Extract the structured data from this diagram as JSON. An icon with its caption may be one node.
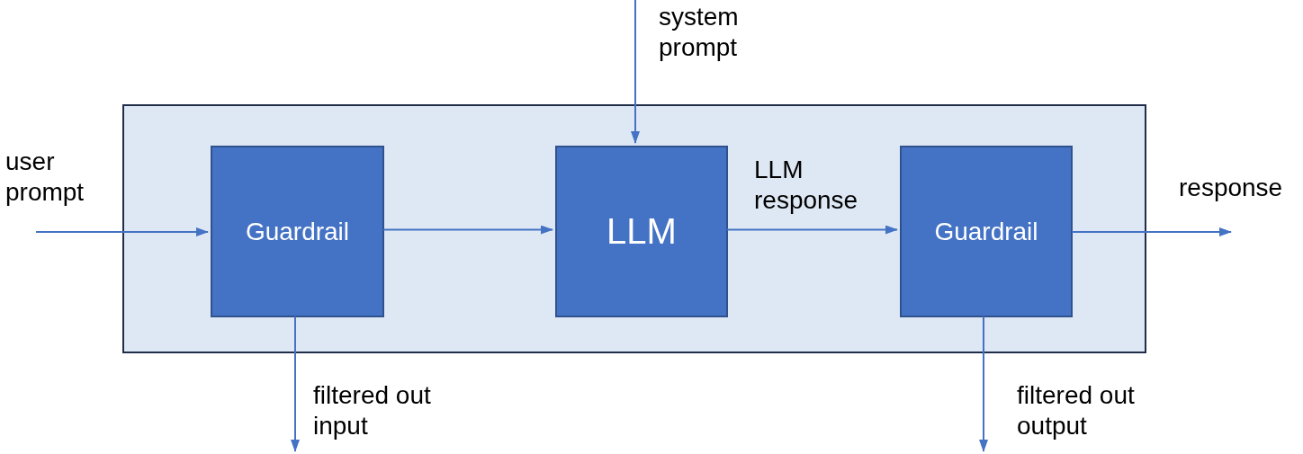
{
  "diagram": {
    "nodes": [
      {
        "text": [],
        "shape": "box"
      },
      {
        "text": [
          "Guardrail"
        ],
        "in": 0
      },
      {
        "text": [
          "LLM"
        ],
        "in": 0
      },
      {
        "text": [
          "Guardrail"
        ],
        "in": 0
      }
    ],
    "edges": [
      {
        "from": null,
        "to": 1,
        "arrow": "to",
        "label": "user prompt"
      },
      {
        "from": 1,
        "to": 2,
        "arrow": "to"
      },
      {
        "from": null,
        "to": 2,
        "arrow": "to",
        "label": "system prompt"
      },
      {
        "from": 2,
        "to": 3,
        "arrow": "to",
        "label": "LLM response"
      },
      {
        "from": 3,
        "to": null,
        "arrow": "to",
        "label": "response"
      },
      {
        "from": 1,
        "to": null,
        "arrow": "to",
        "label": "filtered out input"
      },
      {
        "from": 3,
        "to": null,
        "arrow": "to",
        "label": "filtered out output"
      }
    ]
  }
}
